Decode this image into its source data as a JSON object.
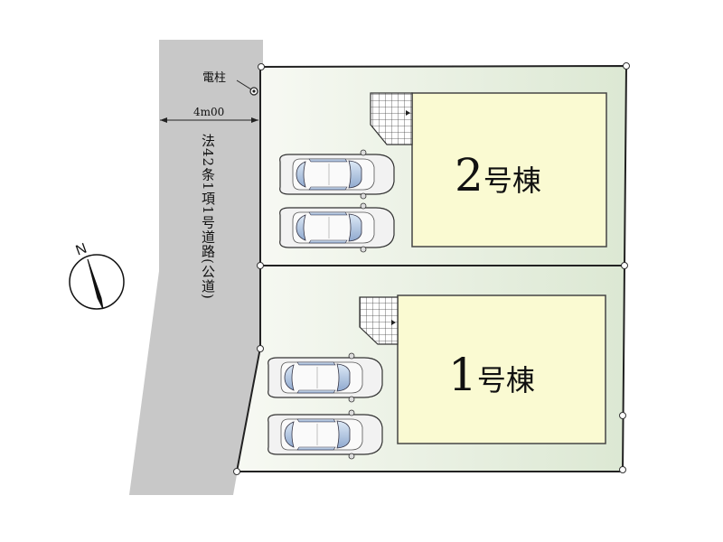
{
  "road": {
    "width_label": "4m00",
    "name_label": "法42条1項1号道路(公道)"
  },
  "utility_pole_label": "電柱",
  "compass": {
    "north_label": "N"
  },
  "lots": [
    {
      "number": "2",
      "suffix": "号棟"
    },
    {
      "number": "1",
      "suffix": "号棟"
    }
  ],
  "colors": {
    "road": "#c8c8c8",
    "lot_fill": "#eef2e6",
    "lot_fill_dark": "#dce8d3",
    "house": "#fafad2",
    "outline": "#222222"
  }
}
